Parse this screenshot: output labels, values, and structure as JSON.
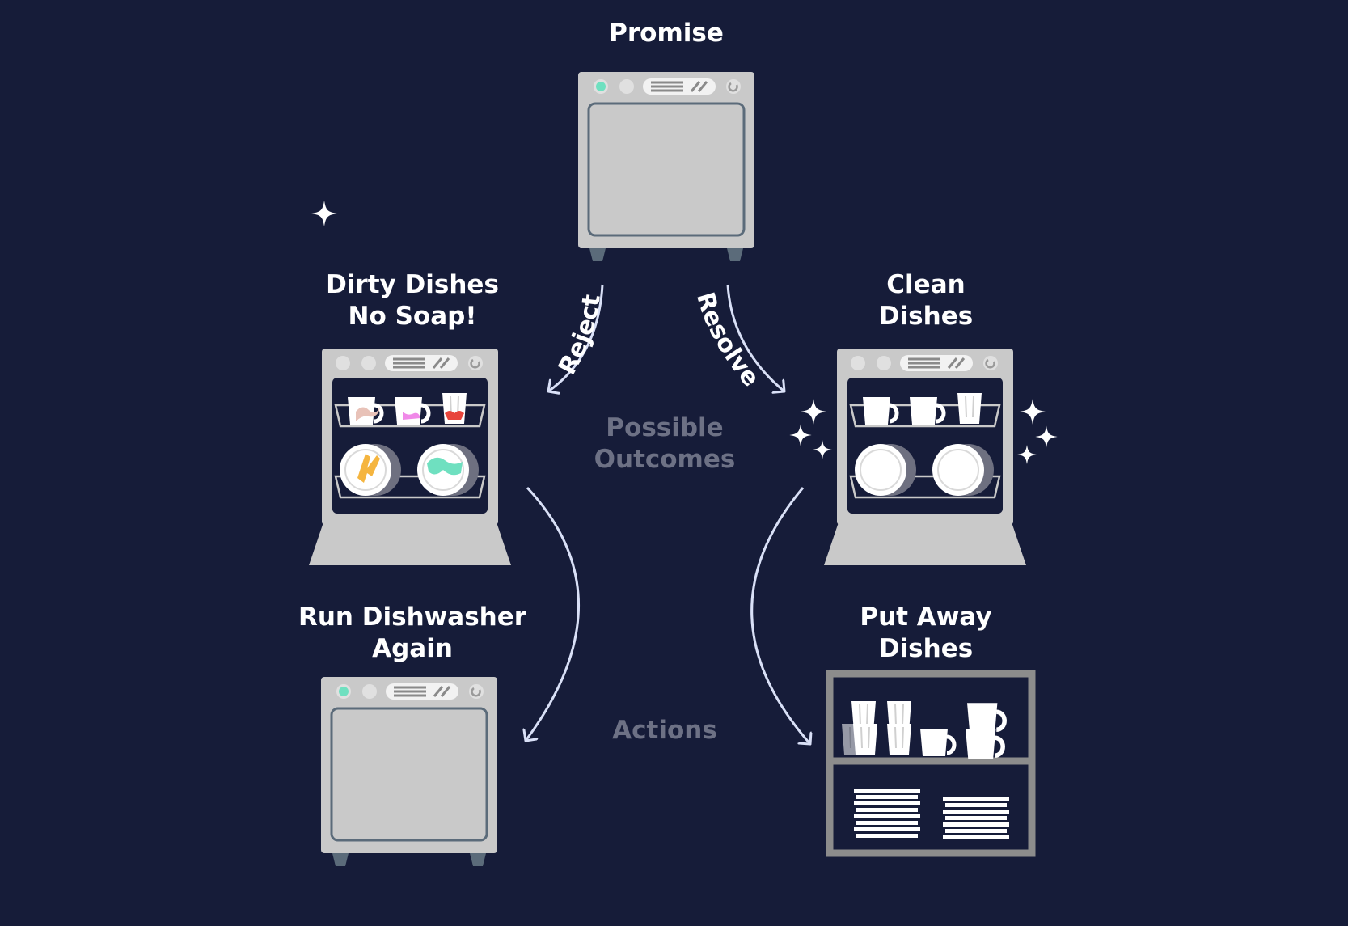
{
  "labels": {
    "promise": "Promise",
    "dirty_line1": "Dirty Dishes",
    "dirty_line2": "No Soap!",
    "clean_line1": "Clean",
    "clean_line2": "Dishes",
    "run_line1": "Run Dishwasher",
    "run_line2": "Again",
    "putaway_line1": "Put Away",
    "putaway_line2": "Dishes",
    "possible_line1": "Possible",
    "possible_line2": "Outcomes",
    "actions": "Actions",
    "reject": "Reject",
    "resolve": "Resolve"
  },
  "colors": {
    "background": "#161c39",
    "appliance": "#c9c9c9",
    "appliance_outline": "#5b6b7a",
    "interior": "#161c39",
    "arrow": "#d9e0f7",
    "muted_text": "#6d7185",
    "indicator_on": "#6fe0c0",
    "stain_orange": "#f5b53f",
    "stain_teal": "#6fe0c0",
    "stain_pink": "#f089e8",
    "stain_red": "#e8453c",
    "stain_tan": "#e8c2b8",
    "shelf": "#8c8c8c"
  },
  "icons": [
    "sparkle-icon",
    "dishwasher-closed-icon",
    "dishwasher-open-icon",
    "shelf-icon"
  ]
}
